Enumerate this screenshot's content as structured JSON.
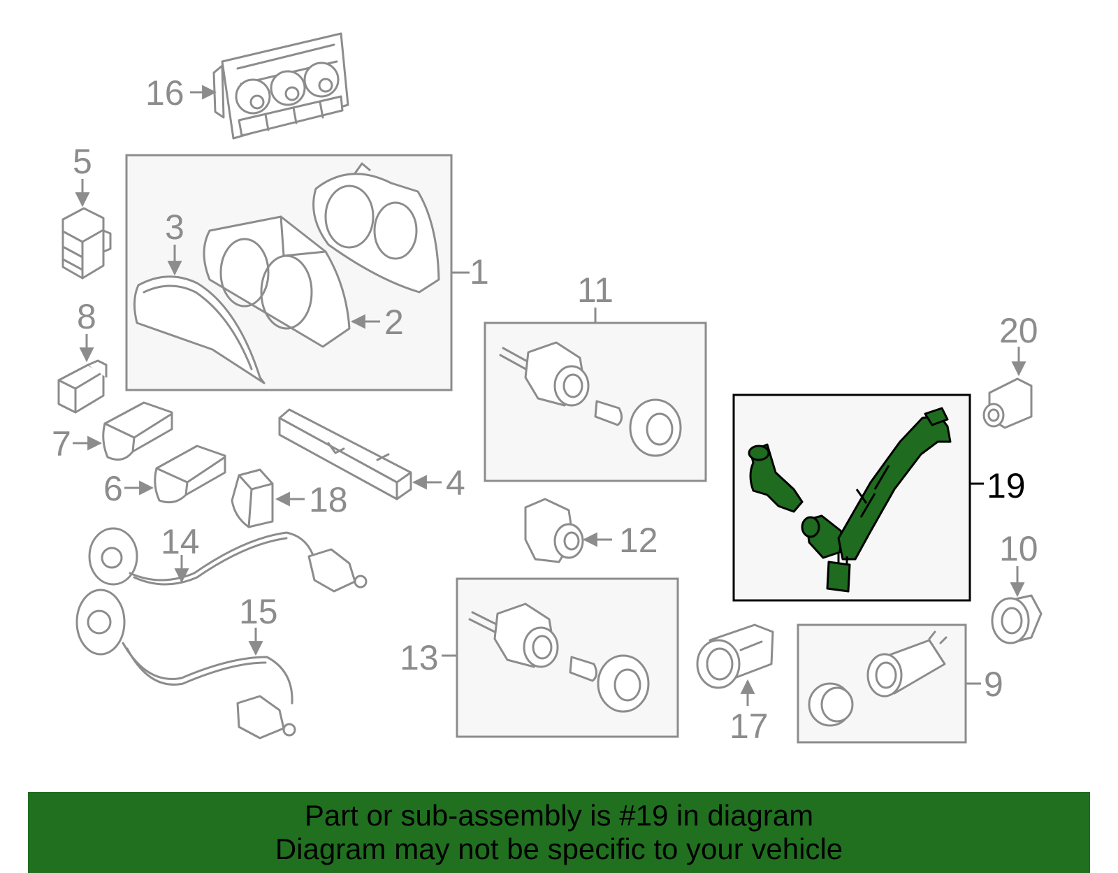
{
  "colors": {
    "part_gray": "#8c8c8c",
    "highlight_green": "#1f6b1f",
    "banner_green": "#207020",
    "text_black": "#000000"
  },
  "callouts": {
    "c1": "1",
    "c2": "2",
    "c3": "3",
    "c4": "4",
    "c5": "5",
    "c6": "6",
    "c7": "7",
    "c8": "8",
    "c9": "9",
    "c10": "10",
    "c11": "11",
    "c12": "12",
    "c13": "13",
    "c14": "14",
    "c15": "15",
    "c16": "16",
    "c17": "17",
    "c18": "18",
    "c19": "19",
    "c20": "20"
  },
  "highlighted_part": "19",
  "banner": {
    "line1": "Part or sub-assembly is #19 in diagram",
    "line2": "Diagram may not be specific to your vehicle"
  }
}
